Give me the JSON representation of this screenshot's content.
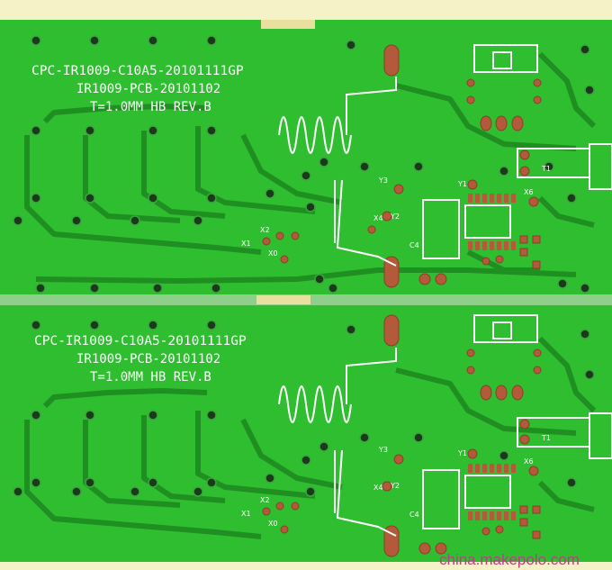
{
  "pcb": {
    "copies": [
      {
        "line1": "CPC-IR1009-C10A5-20101111GP",
        "line2": "IR1009-PCB-20101102",
        "line3": "T=1.0MM HB REV.B"
      },
      {
        "line1": "CPC-IR1009-C10A5-20101111GP",
        "line2": "IR1009-PCB-20101102",
        "line3": "T=1.0MM HB REV.B"
      }
    ],
    "component_labels": {
      "y3": "Y3",
      "y2": "Y2",
      "y1": "Y1",
      "x4": "X4",
      "x6": "X6",
      "x1": "X1",
      "x2": "X2",
      "x0": "X0",
      "c4": "C4",
      "t1": "T1"
    }
  },
  "watermark": "china.makepolo.com",
  "colors": {
    "board": "#2fbe30",
    "trace": "#1f8f22",
    "pad": "#b25a3a",
    "edge": "#f6f2c8",
    "silkscreen": "#ffffff",
    "watermark": "#c13a88"
  }
}
